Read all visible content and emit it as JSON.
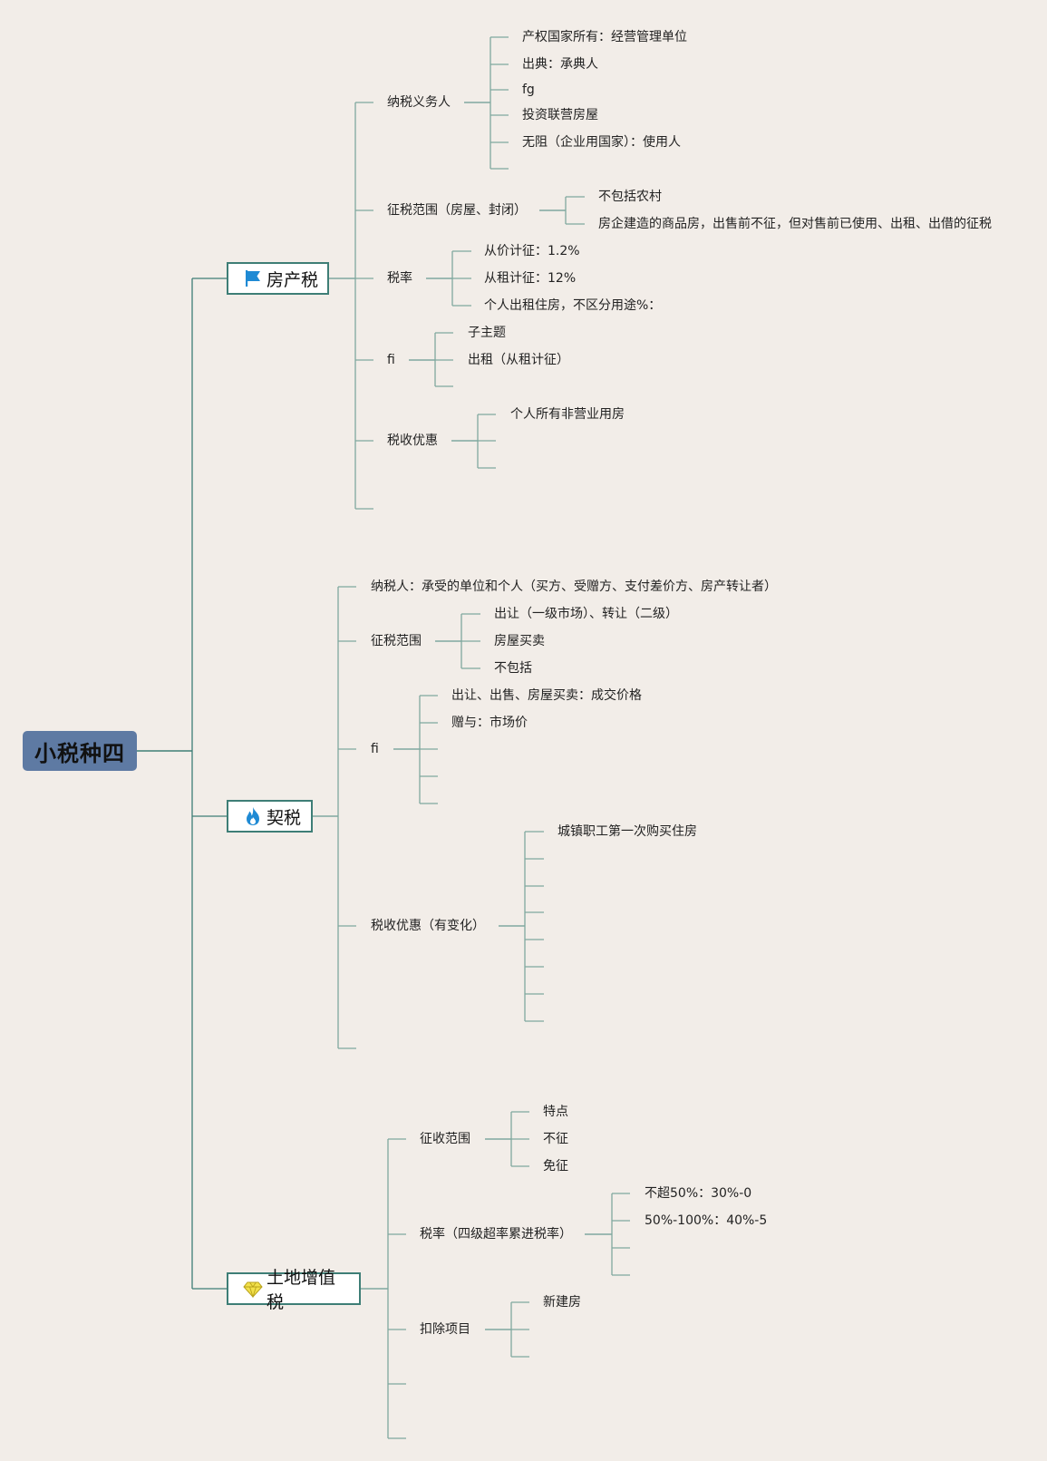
{
  "root": "小税种四",
  "branches": [
    {
      "title": "房产税",
      "icon": "blue-flag-icon",
      "children": [
        {
          "text": "纳税义务人",
          "children": [
            "产权国家所有：经营管理单位",
            "出典：承典人",
            "fg",
            "投资联营房屋",
            "无阻（企业用国家）：使用人",
            ""
          ]
        },
        {
          "text": "征税范围（房屋、封闭）",
          "children": [
            "不包括农村",
            "房企建造的商品房，出售前不征，但对售前已使用、出租、出借的征税"
          ]
        },
        {
          "text": "税率",
          "children": [
            "从价计征：1.2%",
            "从租计征：12%",
            "个人出租住房，不区分用途%："
          ]
        },
        {
          "text": "fi",
          "children": [
            "子主题",
            "出租（从租计征）",
            ""
          ]
        },
        {
          "text": "税收优惠",
          "children": [
            "个人所有非营业用房",
            "",
            ""
          ]
        },
        {
          "text": "",
          "children": []
        }
      ]
    },
    {
      "title": "契税",
      "icon": "fire-icon",
      "children": [
        {
          "text": "纳税人：承受的单位和个人（买方、受赠方、支付差价方、房产转让者）",
          "children": []
        },
        {
          "text": "征税范围",
          "children": [
            "出让（一级市场）、转让（二级）",
            "房屋买卖",
            "不包括"
          ]
        },
        {
          "text": "fi",
          "children": [
            "出让、出售、房屋买卖：成交价格",
            "赠与：市场价",
            "",
            "",
            ""
          ]
        },
        {
          "text": "税收优惠（有变化）",
          "children": [
            "城镇职工第一次购买住房",
            "",
            "",
            "",
            "",
            "",
            "",
            ""
          ]
        },
        {
          "text": "",
          "children": []
        }
      ]
    },
    {
      "title": "土地增值税",
      "icon": "diamond-icon",
      "children": [
        {
          "text": "征收范围",
          "children": [
            "特点",
            "不征",
            "免征"
          ]
        },
        {
          "text": "税率（四级超率累进税率）",
          "children": [
            "不超50%：30%-0",
            "50%-100%：40%-5",
            "",
            ""
          ]
        },
        {
          "text": "扣除项目",
          "children": [
            "新建房",
            "",
            ""
          ]
        },
        {
          "text": "",
          "children": []
        },
        {
          "text": "",
          "children": []
        }
      ]
    }
  ]
}
